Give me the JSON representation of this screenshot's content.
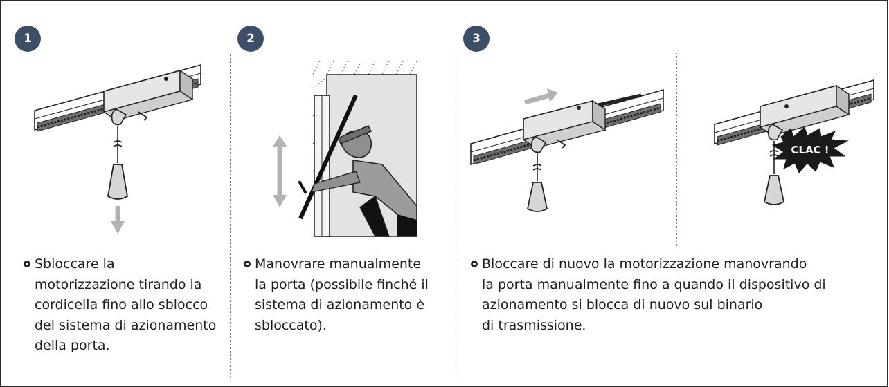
{
  "steps": [
    {
      "number": "1",
      "text": [
        "Sbloccare la",
        "motorizzazione tirando la",
        "cordicella fino allo sblocco",
        "del sistema di azionamento",
        "della porta."
      ]
    },
    {
      "number": "2",
      "text": [
        "Manovrare manualmente",
        "la porta (possibile finché il",
        "sistema di azionamento è",
        "sbloccato)."
      ]
    },
    {
      "number": "3",
      "text": [
        "Bloccare di nuovo la motorizzazione manovrando",
        "la porta manualmente fino a quando il dispositivo di",
        "azionamento si blocca di nuovo sul binario",
        "di trasmissione."
      ]
    }
  ],
  "callout": "CLAC !",
  "colors": {
    "badge": "#3d4e67",
    "arrow": "#b3b3b3",
    "panel": "#e3e3e3",
    "figure_fill": "#9c9c9c",
    "clac_burst": "#1a1a1a"
  },
  "icons": [
    "rail-unlock-illustration",
    "manual-door-illustration",
    "rail-relock-illustration",
    "clac-lock-illustration"
  ]
}
